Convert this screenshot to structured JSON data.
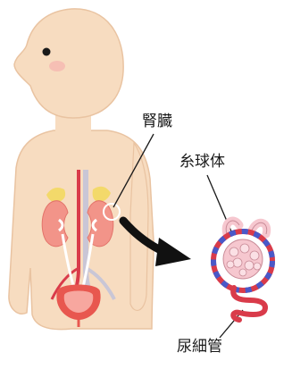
{
  "labels": {
    "kidney": "腎臓",
    "glomerulus": "糸球体",
    "renal_tubule": "尿細管"
  },
  "colors": {
    "skin": "#f7dcc0",
    "skin_outline": "#e9c3a1",
    "cheek": "#f5b8b0",
    "kidney": "#f29489",
    "adrenal": "#f3d96a",
    "bladder": "#e8574f",
    "vessel_red": "#d93b4a",
    "vessel_blue": "#4a58c8",
    "vessel_pale": "#c9c6d6",
    "glomerulus_pink": "#f6c7cf",
    "arrow": "#111111"
  }
}
